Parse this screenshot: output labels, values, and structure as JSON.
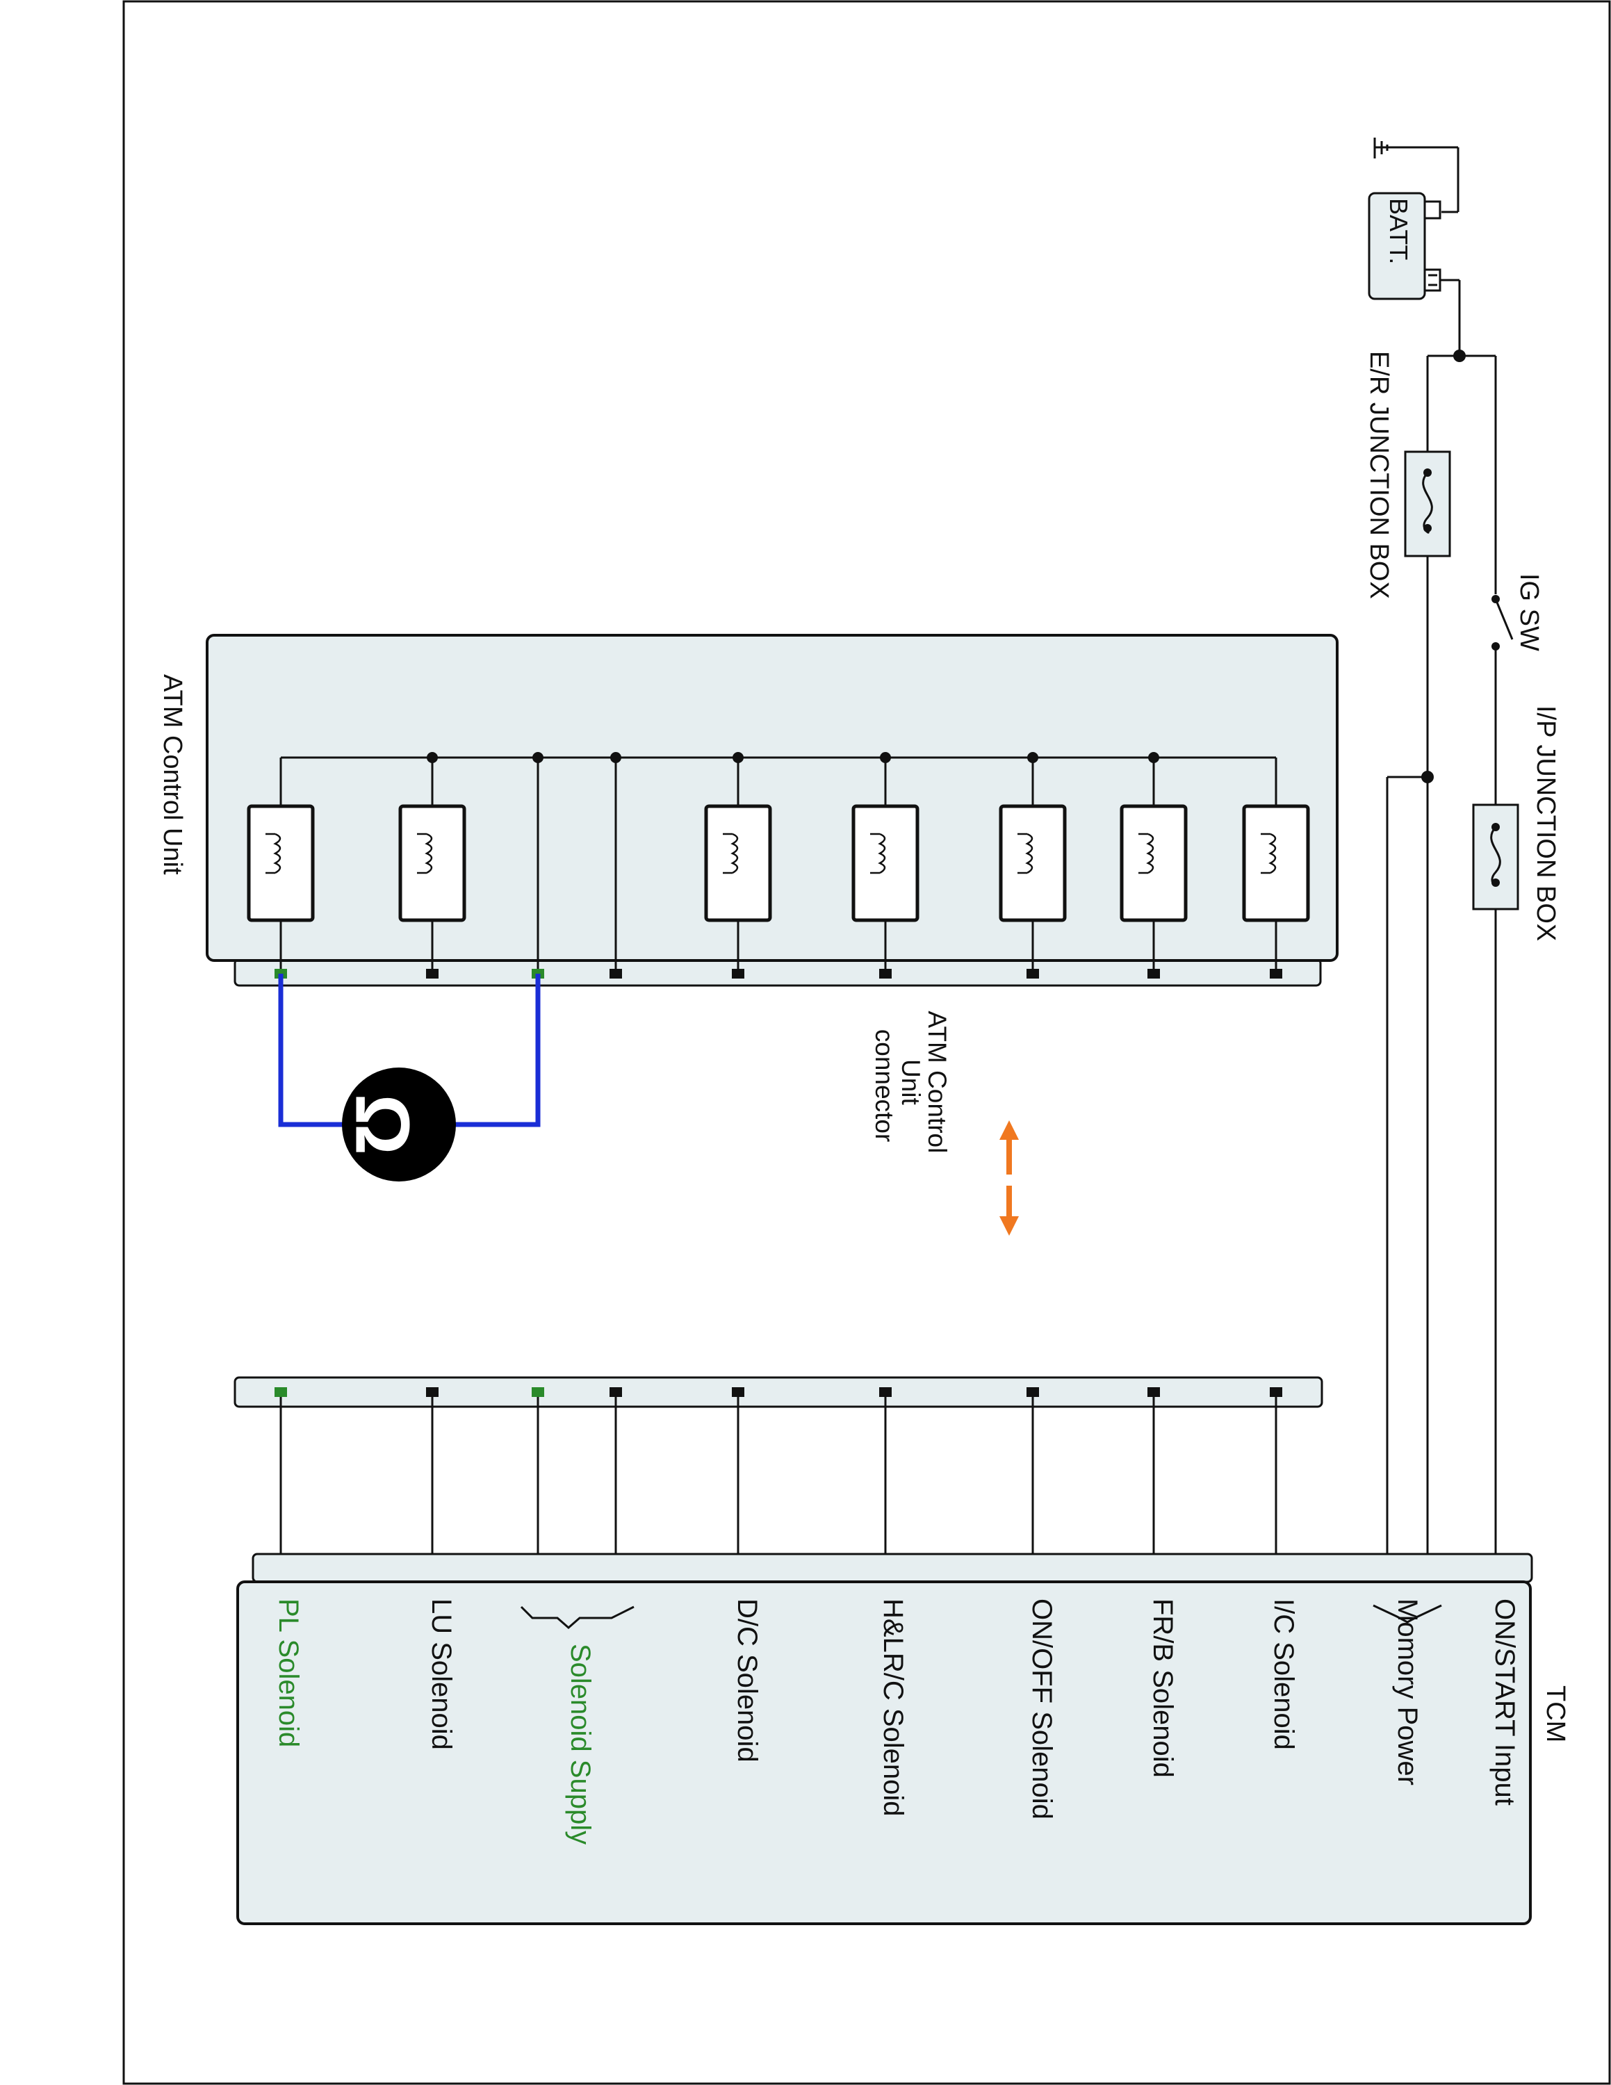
{
  "colors": {
    "wire": "#111111",
    "highlight_wire": "#1a2ed6",
    "highlight_pin": "#2a8a2a",
    "highlight_text": "#2a8a2a",
    "box_fill": "#e6eef0",
    "arrow": "#f07820",
    "ohmmeter": "#000000"
  },
  "power": {
    "battery_label": "BATT.",
    "er_junction_label": "E/R JUNCTION BOX",
    "ig_switch_label": "IG SW",
    "ip_junction_label": "I/P JUNCTION BOX"
  },
  "atm": {
    "label": "ATM Control Unit"
  },
  "connector": {
    "label_lines": [
      "ATM Control",
      "Unit",
      "connector"
    ]
  },
  "tcm": {
    "label": "TCM",
    "pins": [
      {
        "label": "ON/START Input",
        "highlight": false
      },
      {
        "label": "Momory Power",
        "highlight": false
      },
      {
        "label": "I/C Solenoid",
        "highlight": false
      },
      {
        "label": "FR/B Solenoid",
        "highlight": false
      },
      {
        "label": "ON/OFF Solenoid",
        "highlight": false
      },
      {
        "label": "H&LR/C Solenoid",
        "highlight": false
      },
      {
        "label": "D/C Solenoid",
        "highlight": false
      },
      {
        "label": "Solenoid Supply",
        "highlight": true
      },
      {
        "label": "LU Solenoid",
        "highlight": false
      },
      {
        "label": "PL Solenoid",
        "highlight": true
      }
    ]
  },
  "ohmmeter": {
    "icon": "ohmmeter-icon",
    "symbol": "Ω"
  }
}
